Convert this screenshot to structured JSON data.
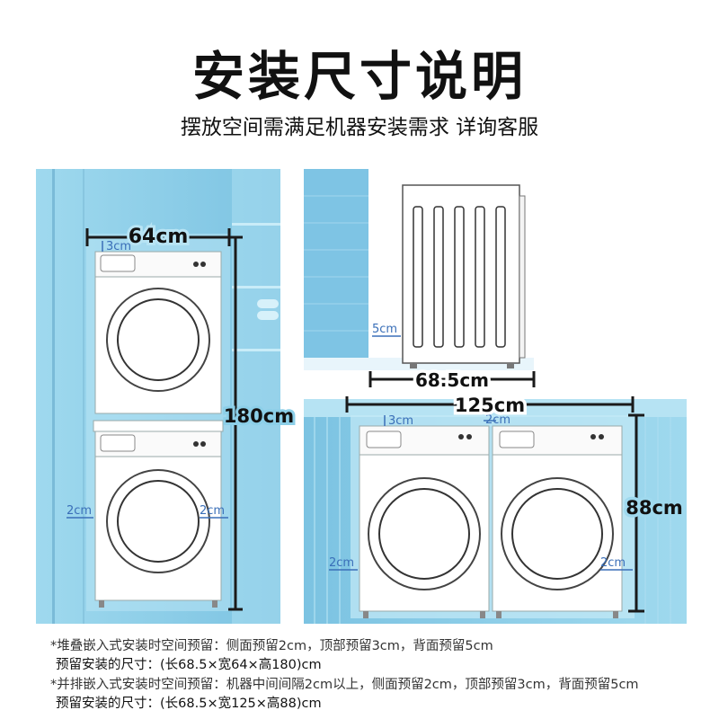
{
  "header": {
    "title": "安装尺寸说明",
    "subtitle": "摆放空间需满足机器安装需求 详询客服"
  },
  "stacked": {
    "width_label": "64cm",
    "height_label": "180cm",
    "top_gap": "3cm",
    "side_gap_left": "2cm",
    "side_gap_right": "2cm"
  },
  "side_view": {
    "depth_label": "68.5cm",
    "back_gap": "5cm"
  },
  "side_by_side": {
    "width_label": "125cm",
    "height_label": "88cm",
    "top_gap": "3cm",
    "middle_gap": "2cm",
    "side_gap_left": "2cm",
    "side_gap_right": "2cm"
  },
  "notes": {
    "stacked_line1": "*堆叠嵌入式安装时空间预留：侧面预留2cm，顶部预留3cm，背面预留5cm",
    "stacked_line2": "预留安装的尺寸：(长68.5×宽64×高180)cm",
    "parallel_line1": "*并排嵌入式安装时空间预留：机器中间间隔2cm以上，侧面预留2cm，顶部预留3cm，背面预留5cm",
    "parallel_line2": "预留安装的尺寸：(长68.5×宽125×高88)cm"
  },
  "colors": {
    "panel_blue": "#8ccfe8",
    "dim_line": "#1a1a1a",
    "gap_text": "#3a6fb8"
  }
}
